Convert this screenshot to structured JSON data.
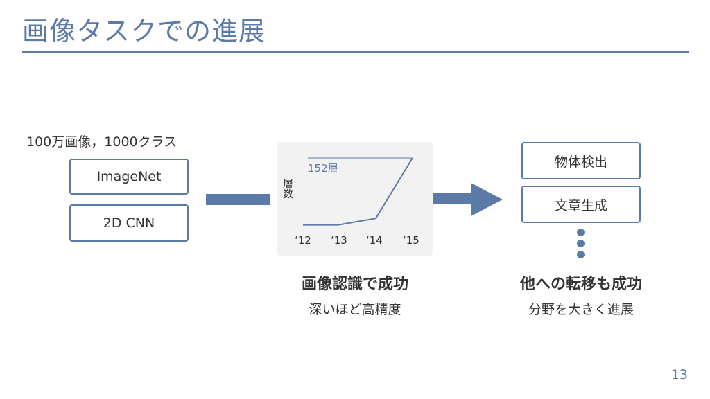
{
  "slide": {
    "title": "画像タスクでの進展",
    "page_number": "13",
    "accent_color": "#5b7aa8"
  },
  "left": {
    "caption": "100万画像，1000クラス",
    "boxes": [
      "ImageNet",
      "2D CNN"
    ]
  },
  "center": {
    "headline": "画像認識で成功",
    "subtext": "深いほど高精度"
  },
  "right": {
    "boxes": [
      "物体検出",
      "文章生成"
    ],
    "ellipsis_icon": "vertical-dots-icon",
    "headline": "他への転移も成功",
    "subtext": "分野を大きく進展"
  },
  "chart_data": {
    "type": "line",
    "categories": [
      "‘12",
      "‘13",
      "‘14",
      "‘15"
    ],
    "values": [
      8,
      8,
      22,
      152
    ],
    "ylabel": "層数",
    "annotation": "152層",
    "ylim": [
      0,
      152
    ]
  }
}
